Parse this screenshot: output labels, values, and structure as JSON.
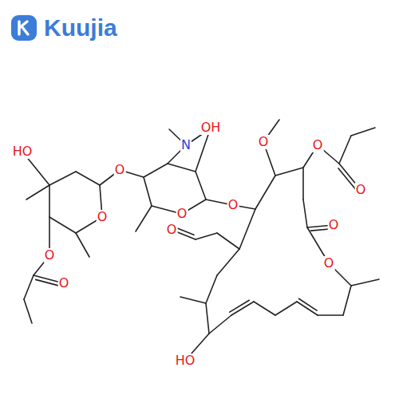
{
  "diagram": {
    "labels": [
      "Kuujia",
      "HO",
      "O",
      "N",
      "OH",
      "O",
      "O",
      "O",
      "O",
      "O",
      "O",
      "O",
      "O",
      "O",
      "O",
      "O",
      "HO"
    ]
  }
}
